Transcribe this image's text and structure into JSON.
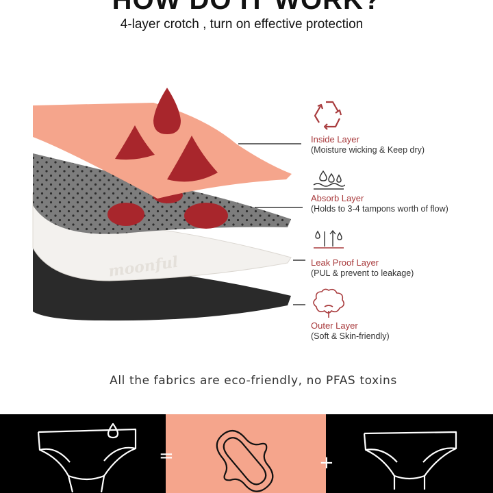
{
  "header": {
    "title": "HOW DO IT WORK?",
    "subtitle": "4-layer crotch , turn on effective protection"
  },
  "illustration": {
    "brand_watermark": "moonful"
  },
  "layers": [
    {
      "name": "Inside Layer",
      "description": "(Moisture wicking & Keep dry)",
      "icon": "recycle-icon",
      "color": "#f5a58c"
    },
    {
      "name": "Absorb Layer",
      "description": "(Holds to 3-4 tampons worth of flow)",
      "icon": "absorb-drops-icon",
      "color": "#7a7a7a"
    },
    {
      "name": "Leak Proof Layer",
      "description": "(PUL & prevent to leakage)",
      "icon": "leak-proof-icon",
      "color": "#f3f1ee"
    },
    {
      "name": "Outer Layer",
      "description": "(Soft & Skin-friendly)",
      "icon": "cotton-flower-icon",
      "color": "#2a2a2a"
    }
  ],
  "footer_note": "All the fabrics are eco-friendly, no PFAS toxins",
  "comparison": {
    "equals_sign": "=",
    "plus_sign": "+",
    "icons": [
      "period-panty-icon",
      "sanitary-pad-icon",
      "regular-panty-icon"
    ]
  },
  "colors": {
    "accent": "#a83a3c",
    "drop": "#a8262c",
    "pink": "#f5a58c",
    "band": "#000000"
  }
}
